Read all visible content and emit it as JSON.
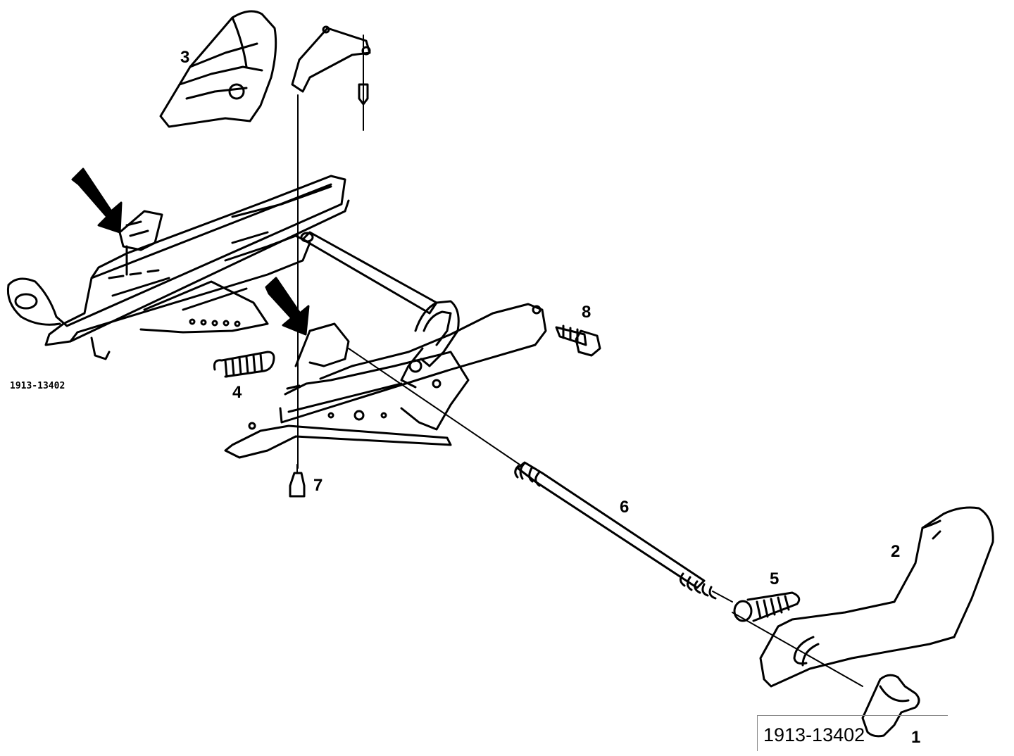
{
  "figure": {
    "code_small": "1913-13402",
    "code_box": "1913-13402"
  },
  "parts": [
    {
      "number": "1"
    },
    {
      "number": "2"
    },
    {
      "number": "3"
    },
    {
      "number": "4"
    },
    {
      "number": "5"
    },
    {
      "number": "6"
    },
    {
      "number": "7"
    },
    {
      "number": "8"
    }
  ],
  "colors": {
    "ink": "#000000",
    "background": "#ffffff"
  }
}
